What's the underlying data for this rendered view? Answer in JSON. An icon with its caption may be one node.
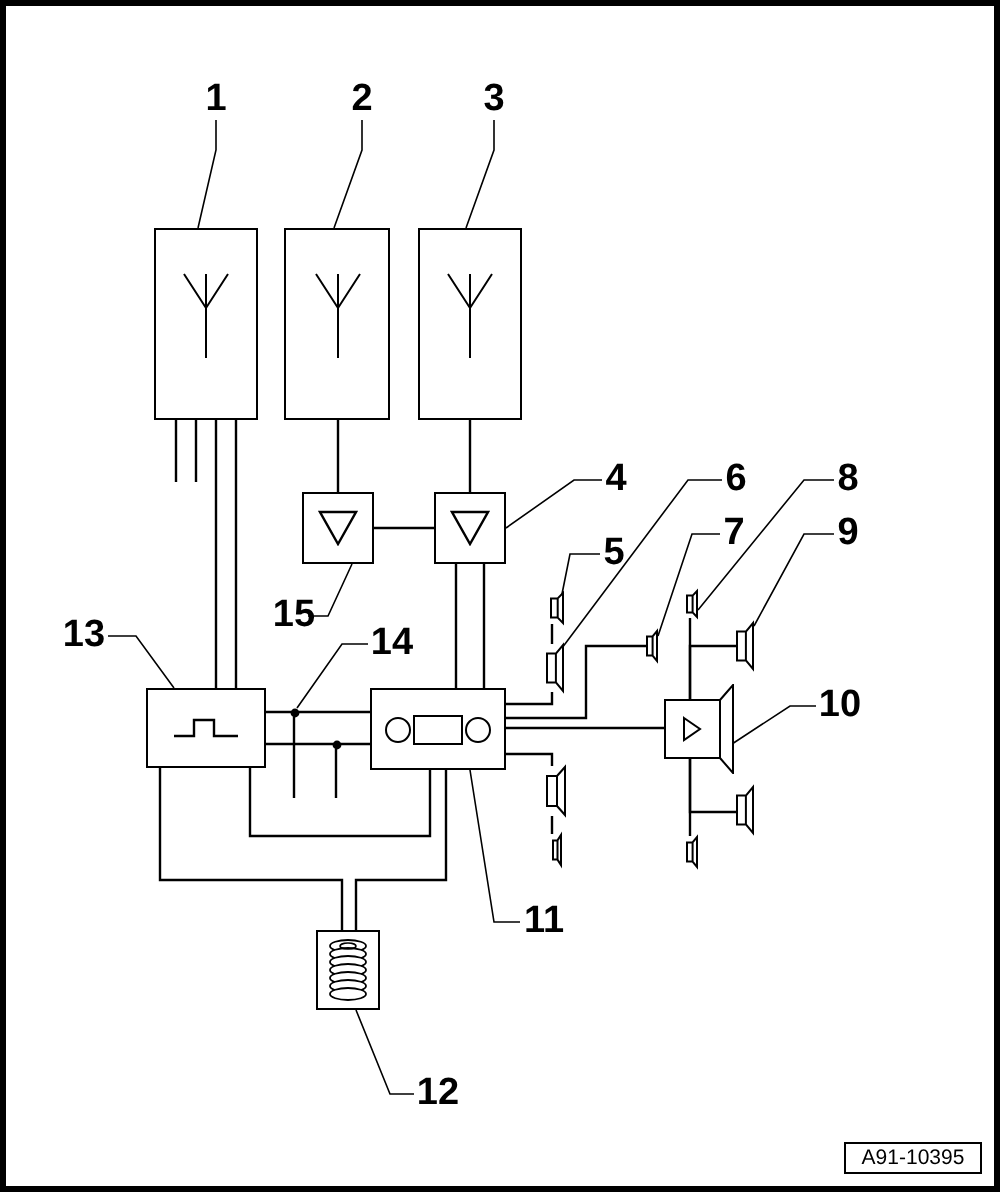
{
  "diagram": {
    "nodes": [
      {
        "text": [
          "1"
        ]
      },
      {
        "text": [
          "2"
        ]
      },
      {
        "text": [
          "3"
        ]
      },
      {
        "text": [
          "4"
        ]
      },
      {
        "text": [
          "5"
        ]
      },
      {
        "text": [
          "6"
        ]
      },
      {
        "text": [
          "7"
        ]
      },
      {
        "text": [
          "8"
        ]
      },
      {
        "text": [
          "9"
        ]
      },
      {
        "text": [
          "10"
        ]
      },
      {
        "text": [
          "11"
        ]
      },
      {
        "text": [
          "12"
        ]
      },
      {
        "text": [
          "13"
        ]
      },
      {
        "text": [
          "14"
        ]
      },
      {
        "text": [
          "15"
        ]
      },
      {
        "text": [],
        "shape": "box"
      },
      {
        "text": [],
        "shape": "box"
      },
      {
        "text": [],
        "shape": "box"
      },
      {
        "text": [],
        "shape": "box"
      },
      {
        "text": [],
        "shape": "box"
      },
      {
        "text": [],
        "shape": "box"
      },
      {
        "text": [],
        "shape": "box"
      },
      {
        "text": [],
        "shape": "box"
      },
      {
        "text": [],
        "shape": "box"
      },
      {
        "text": [],
        "shape": "speaker"
      },
      {
        "text": [],
        "shape": "speaker"
      },
      {
        "text": [],
        "shape": "speaker"
      },
      {
        "text": [],
        "shape": "speaker"
      },
      {
        "text": [],
        "shape": "speaker"
      },
      {
        "text": [],
        "shape": "speaker"
      },
      {
        "text": [],
        "shape": "speaker"
      },
      {
        "text": [],
        "shape": "speaker"
      },
      {
        "text": [],
        "shape": "speaker"
      },
      {
        "text": [],
        "shape": "circle"
      },
      {
        "text": [],
        "shape": "circle"
      }
    ],
    "edges": [
      {
        "from": 0,
        "to": 15,
        "arrow": "none"
      },
      {
        "from": 1,
        "to": 16,
        "arrow": "none"
      },
      {
        "from": 2,
        "to": 17,
        "arrow": "none"
      },
      {
        "from": 3,
        "to": 19,
        "arrow": "none"
      },
      {
        "from": 4,
        "to": 24,
        "arrow": "none"
      },
      {
        "from": 5,
        "to": 25,
        "arrow": "none"
      },
      {
        "from": 6,
        "to": 26,
        "arrow": "none"
      },
      {
        "from": 7,
        "to": 27,
        "arrow": "none"
      },
      {
        "from": 8,
        "to": 28,
        "arrow": "none"
      },
      {
        "from": 9,
        "to": 23,
        "arrow": "none"
      },
      {
        "from": 10,
        "to": 21,
        "arrow": "none"
      },
      {
        "from": 11,
        "to": 22,
        "arrow": "none"
      },
      {
        "from": 12,
        "to": 20,
        "arrow": "none"
      },
      {
        "from": 13,
        "to": 33,
        "arrow": "none"
      },
      {
        "from": 14,
        "to": 18,
        "arrow": "none"
      },
      {
        "from": 16,
        "to": 18,
        "arrow": "none"
      },
      {
        "from": 17,
        "to": 19,
        "arrow": "none"
      },
      {
        "from": 18,
        "to": 19,
        "arrow": "none"
      },
      {
        "from": 15,
        "to": 20,
        "arrow": "none"
      },
      {
        "from": 19,
        "to": 21,
        "arrow": "none"
      },
      {
        "from": 20,
        "to": 21,
        "arrow": "none"
      },
      {
        "from": 20,
        "to": 21,
        "arrow": "none"
      },
      {
        "from": 21,
        "to": 23,
        "arrow": "none"
      },
      {
        "from": 21,
        "to": 25,
        "arrow": "none"
      },
      {
        "from": 25,
        "to": 24,
        "arrow": "none"
      },
      {
        "from": 21,
        "to": 26,
        "arrow": "none"
      },
      {
        "from": 21,
        "to": 29,
        "arrow": "none"
      },
      {
        "from": 29,
        "to": 30,
        "arrow": "none"
      },
      {
        "from": 23,
        "to": 27,
        "arrow": "none"
      },
      {
        "from": 23,
        "to": 28,
        "arrow": "none"
      },
      {
        "from": 23,
        "to": 31,
        "arrow": "none"
      },
      {
        "from": 23,
        "to": 32,
        "arrow": "none"
      },
      {
        "from": 20,
        "to": 22,
        "arrow": "none"
      },
      {
        "from": 21,
        "to": 22,
        "arrow": "none"
      },
      {
        "from": 33,
        "to": null,
        "arrow": "none"
      },
      {
        "from": 34,
        "to": null,
        "arrow": "none"
      }
    ],
    "labels": [
      "A91-10395"
    ]
  }
}
